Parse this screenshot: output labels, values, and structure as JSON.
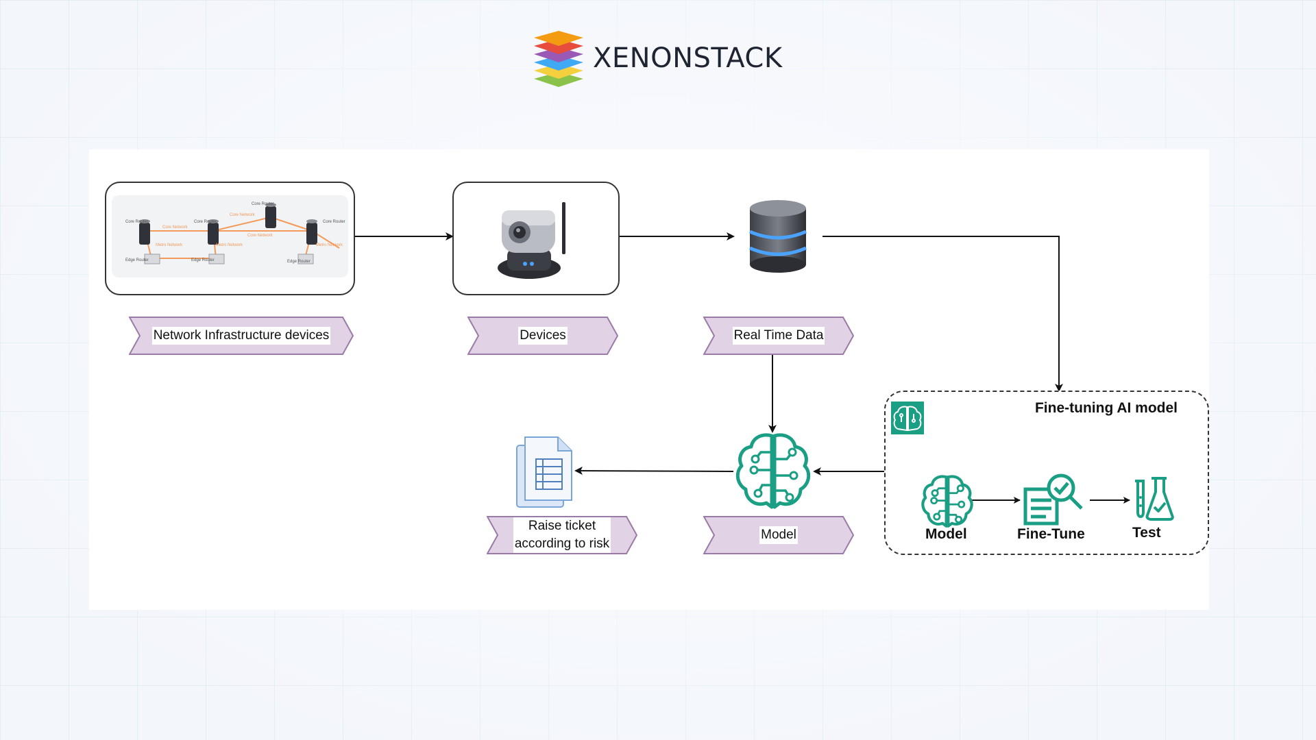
{
  "brand": {
    "name": "XENONSTACK"
  },
  "diagram": {
    "nodes": {
      "network": {
        "label": "Network Infrastructure devices"
      },
      "devices": {
        "label": "Devices"
      },
      "realtime": {
        "label": "Real Time Data"
      },
      "model": {
        "label": "Model"
      },
      "ticket": {
        "label_line1": "Raise ticket",
        "label_line2": "according to risk"
      }
    },
    "network_image_labels": {
      "core_router": "Core Router",
      "core_network": "Core Network",
      "metro_network": "Metro Network",
      "edge_router": "Edge Router"
    },
    "finetune": {
      "title": "Fine-tuning AI model",
      "step1": "Model",
      "step2": "Fine-Tune",
      "step3": "Test"
    }
  },
  "colors": {
    "teal": "#1a9e84",
    "tag_fill": "#e2d2e6",
    "tag_stroke": "#9a7aa6"
  }
}
